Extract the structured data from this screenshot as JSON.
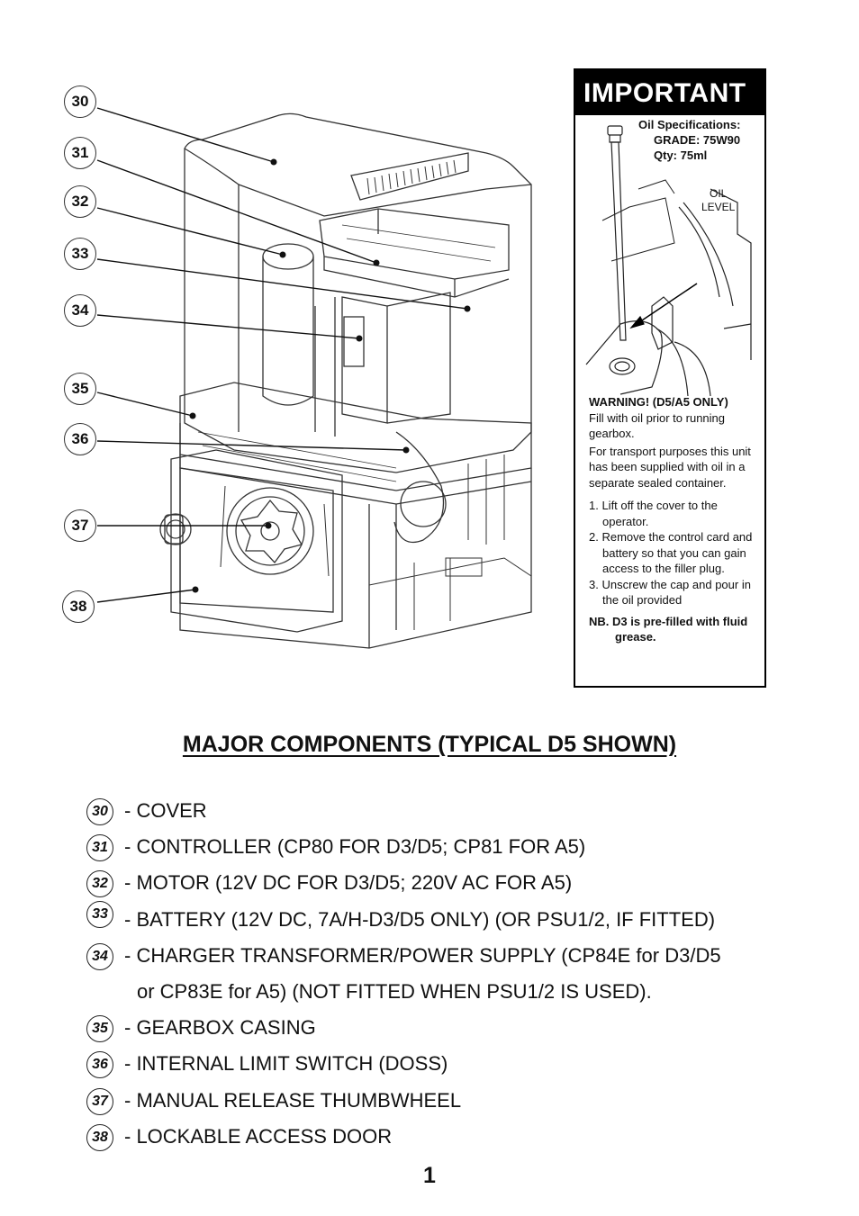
{
  "diagram": {
    "callouts": [
      "30",
      "31",
      "32",
      "33",
      "34",
      "35",
      "36",
      "37",
      "38"
    ]
  },
  "important": {
    "title": "IMPORTANT",
    "oil_spec_title": "Oil Specifications:",
    "grade": "GRADE: 75W90",
    "qty": "Qty: 75ml",
    "oil_level": [
      "OIL",
      "LEVEL"
    ],
    "warning_title": "WARNING! (D5/A5 ONLY)",
    "warning_text": "Fill with oil prior to running gearbox.",
    "transport_text": "For transport purposes this unit has been supplied with oil in a separate sealed container.",
    "steps": [
      "1. Lift off the cover to the operator.",
      "2. Remove the control card and battery so that you can gain access to the filler plug.",
      "3. Unscrew the cap and pour in the oil provided"
    ],
    "nb": "NB. D3 is pre-filled with fluid grease."
  },
  "heading": "MAJOR COMPONENTS (TYPICAL D5 SHOWN)",
  "components": [
    {
      "num": "30",
      "text": "- COVER"
    },
    {
      "num": "31",
      "text": "- CONTROLLER (CP80 FOR D3/D5; CP81 FOR A5)"
    },
    {
      "num": "32",
      "text": "- MOTOR (12V DC FOR D3/D5; 220V AC FOR A5)"
    },
    {
      "num": "33",
      "text": "- BATTERY (12V DC, 7A/H-D3/D5 ONLY) (OR PSU1/2, IF FITTED)"
    },
    {
      "num": "34",
      "text": "- CHARGER TRANSFORMER/POWER SUPPLY (CP84E for D3/D5"
    },
    {
      "num": "",
      "text": "or CP83E for A5) (NOT FITTED WHEN PSU1/2 IS USED)."
    },
    {
      "num": "35",
      "text": "- GEARBOX CASING"
    },
    {
      "num": "36",
      "text": "- INTERNAL LIMIT SWITCH (DOSS)"
    },
    {
      "num": "37",
      "text": "- MANUAL RELEASE THUMBWHEEL"
    },
    {
      "num": "38",
      "text": "- LOCKABLE ACCESS DOOR"
    }
  ],
  "page_number": "1"
}
